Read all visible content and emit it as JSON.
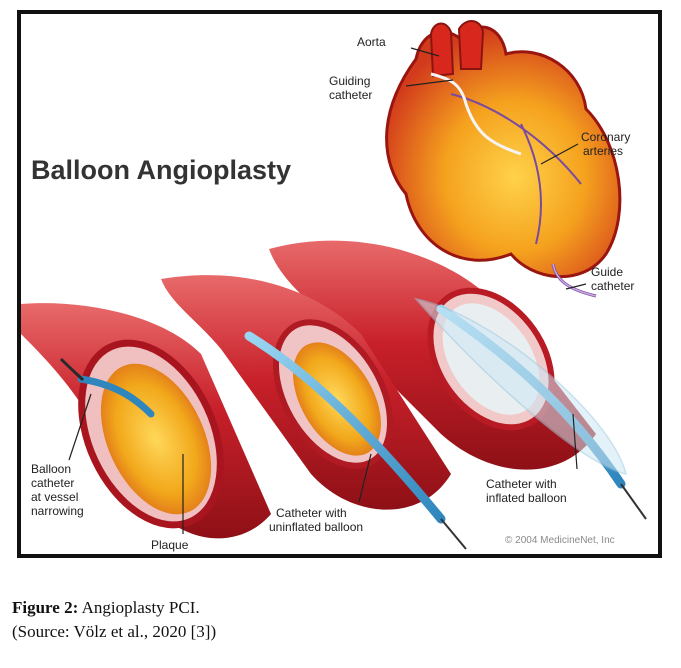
{
  "figure": {
    "title": "Balloon Angioplasty",
    "labels": {
      "aorta": "Aorta",
      "guiding_catheter_1": "Guiding",
      "guiding_catheter_2": "catheter",
      "coronary_1": "Coronary",
      "coronary_2": "arteries",
      "guide_catheter_1": "Guide",
      "guide_catheter_2": "catheter",
      "balloon_catheter_1": "Balloon",
      "balloon_catheter_2": "catheter",
      "balloon_catheter_3": "at vessel",
      "balloon_catheter_4": "narrowing",
      "plaque": "Plaque",
      "uninflated_1": "Catheter with",
      "uninflated_2": "uninflated balloon",
      "inflated_1": "Catheter with",
      "inflated_2": "inflated balloon"
    },
    "copyright": "© 2004 MedicineNet, Inc"
  },
  "caption": {
    "label": "Figure 2:",
    "text": " Angioplasty PCI.",
    "source": "(Source: Völz et al., 2020 [3])"
  },
  "colors": {
    "vessel_red": "#c8202a",
    "plaque_yellow": "#f2b31b",
    "catheter_blue": "#5fb3de",
    "heart_red": "#d8281e"
  }
}
